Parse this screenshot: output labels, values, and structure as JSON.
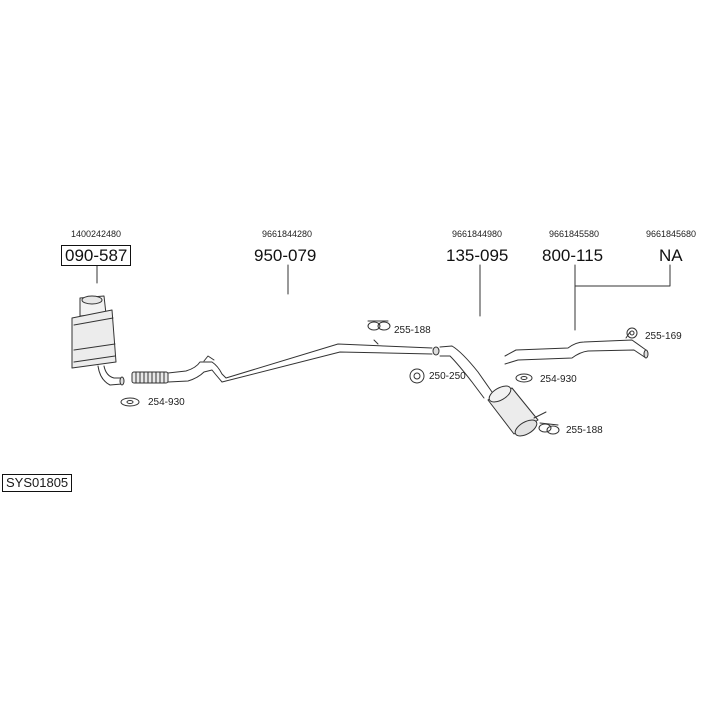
{
  "system_code": "SYS01805",
  "components": [
    {
      "oem": "1400242480",
      "part": "090-587",
      "boxed": true
    },
    {
      "oem": "9661844280",
      "part": "950-079",
      "boxed": false
    },
    {
      "oem": "9661844980",
      "part": "135-095",
      "boxed": false
    },
    {
      "oem": "9661845580",
      "part": "800-115",
      "boxed": false
    },
    {
      "oem": "9661845680",
      "part": "NA",
      "boxed": false
    }
  ],
  "accessories": {
    "a1": "255-188",
    "a2": "250-250",
    "a3": "254-930",
    "a4": "255-169",
    "a5": "255-188",
    "a6": "254-930"
  }
}
